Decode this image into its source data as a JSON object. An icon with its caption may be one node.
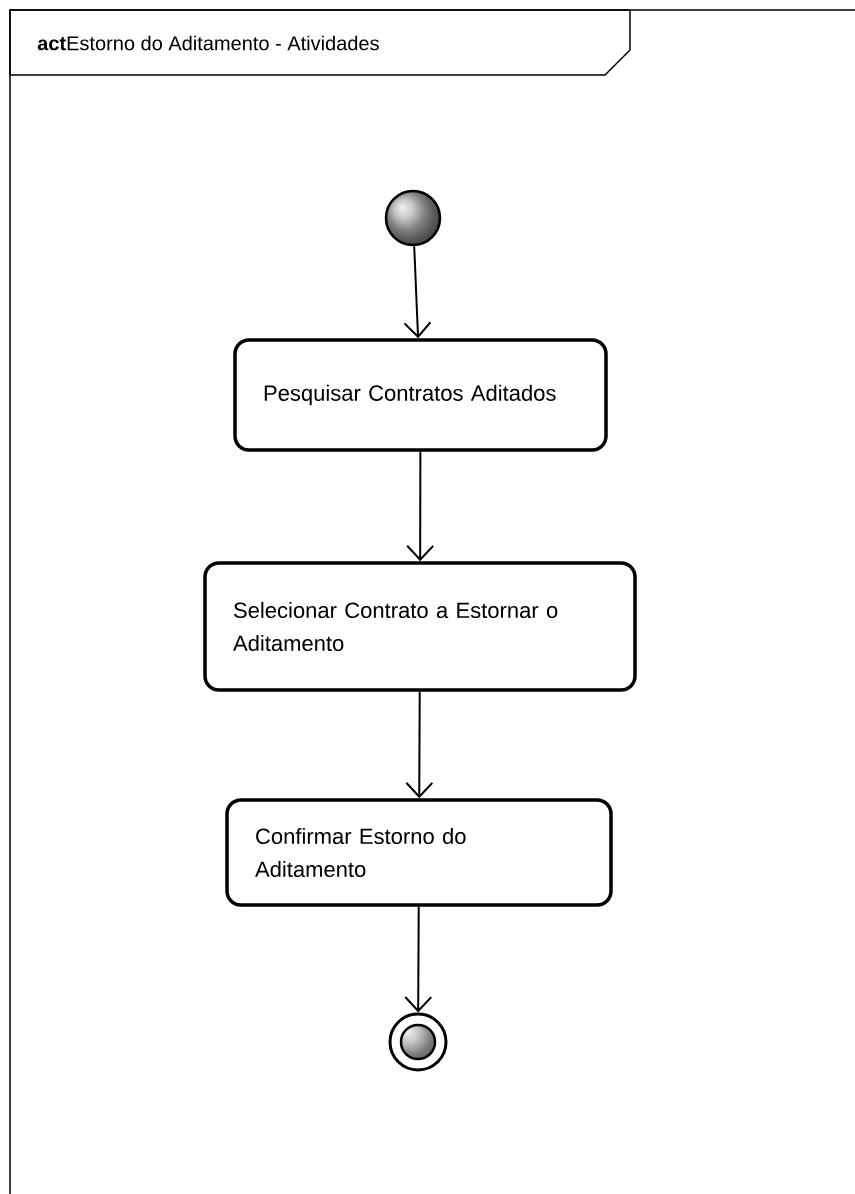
{
  "diagram": {
    "title": "**act**Estorno do Aditamento - Atividades",
    "nodes": [
      {
        "text": [],
        "shape": "circle"
      },
      {
        "text": [
          "Pesquisar Contratos Aditados"
        ]
      },
      {
        "text": [
          "Selecionar Contrato a Estornar o Aditamento"
        ]
      },
      {
        "text": [
          "Confirmar Estorno do Aditamento"
        ]
      },
      {
        "text": [],
        "shape": "bullseye"
      }
    ],
    "edges": [
      {
        "from": 0,
        "to": 1,
        "arrow": "to"
      },
      {
        "from": 1,
        "to": 2,
        "arrow": "to"
      },
      {
        "from": 2,
        "to": 3,
        "arrow": "to"
      },
      {
        "from": 3,
        "to": 4,
        "arrow": "to"
      }
    ]
  }
}
